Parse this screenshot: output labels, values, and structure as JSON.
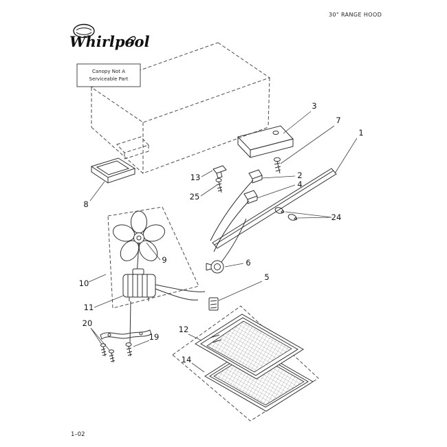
{
  "page": {
    "title": "30\" RANGE HOOD",
    "footer": "1–02"
  },
  "brand": {
    "name": "Whirlpool"
  },
  "canopy_note": {
    "line1": "Canopy Not A",
    "line2": "Serviceable Part"
  },
  "callouts": {
    "n1": "1",
    "n2": "2",
    "n3": "3",
    "n4": "4",
    "n5": "5",
    "n6": "6",
    "n7": "7",
    "n8": "8",
    "n9": "9",
    "n10": "10",
    "n11": "11",
    "n12": "12",
    "n13": "13",
    "n14": "14",
    "n19": "19",
    "n20": "20",
    "n24": "24",
    "n25": "25"
  }
}
